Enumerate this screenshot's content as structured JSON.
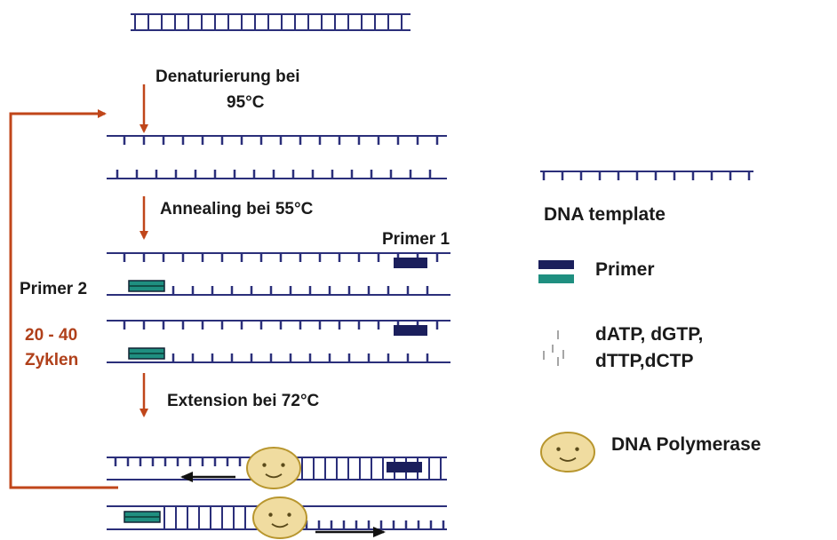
{
  "steps": {
    "denaturation_line1": "Denaturierung bei",
    "denaturation_line2": "95°C",
    "annealing": "Annealing bei 55°C",
    "extension": "Extension bei 72°C"
  },
  "primer_labels": {
    "primer1": "Primer 1",
    "primer2": "Primer 2"
  },
  "cycles": {
    "line1": "20 - 40",
    "line2": "Zyklen"
  },
  "legend": {
    "template": "DNA template",
    "primer": "Primer",
    "nucleotides_line1": "dATP, dGTP,",
    "nucleotides_line2": "dTTP,dCTP",
    "polymerase": "DNA Polymerase"
  },
  "colors": {
    "strand": "#2b2f7a",
    "primer_dark": "#1b1f5c",
    "primer_teal": "#1f8f80",
    "arrow_orange": "#c0461a",
    "cycle_text": "#b0401a",
    "smiley_fill": "#f0dca0",
    "smiley_stroke": "#b8962e"
  }
}
